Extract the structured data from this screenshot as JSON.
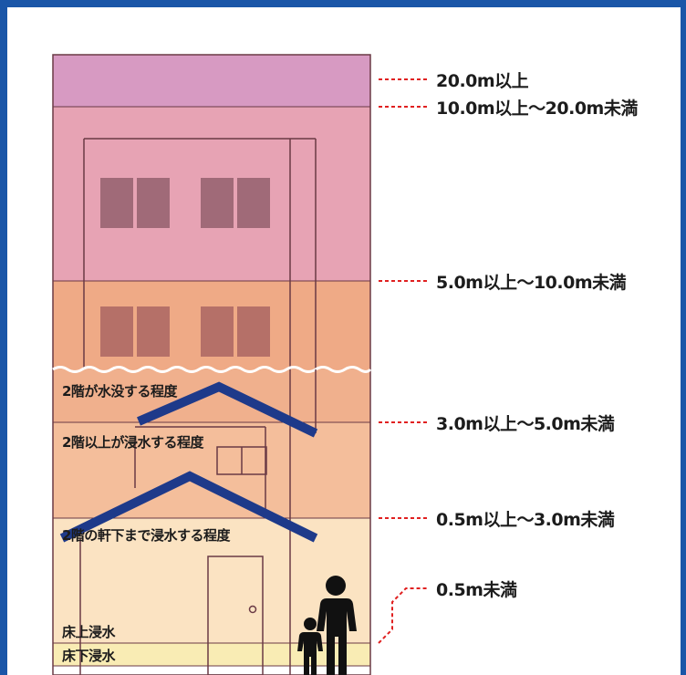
{
  "levels": [
    {
      "label": "20.0m以上",
      "color": "#d79ac2"
    },
    {
      "label": "10.0m以上〜20.0m未満",
      "color": "#e7a3b4"
    },
    {
      "label": "5.0m以上〜10.0m未満",
      "color": "#efaa86"
    },
    {
      "label": "3.0m以上〜5.0m未満",
      "color": "#f4be9b"
    },
    {
      "label": "0.5m以上〜3.0m未満",
      "color": "#f6d2b2"
    },
    {
      "label": "0.5m未満",
      "color": "#fbe8c4"
    }
  ],
  "descriptions": {
    "second_floor_submerged": "2階が水没する程度",
    "above_second_floor_flooded": "2階以上が浸水する程度",
    "up_to_second_floor_eaves": "2階の軒下まで浸水する程度",
    "above_floor_flooding": "床上浸水",
    "below_floor_flooding": "床下浸水"
  },
  "colors": {
    "frame": "#1a56a8",
    "roof": "#1e3a8a",
    "leader_dash": "#e02020",
    "outline": "#6a3a45",
    "window": "#a06a78",
    "window_lower": "#b57068",
    "people": "#111111",
    "band_below_floor": "#f9ecb4"
  }
}
